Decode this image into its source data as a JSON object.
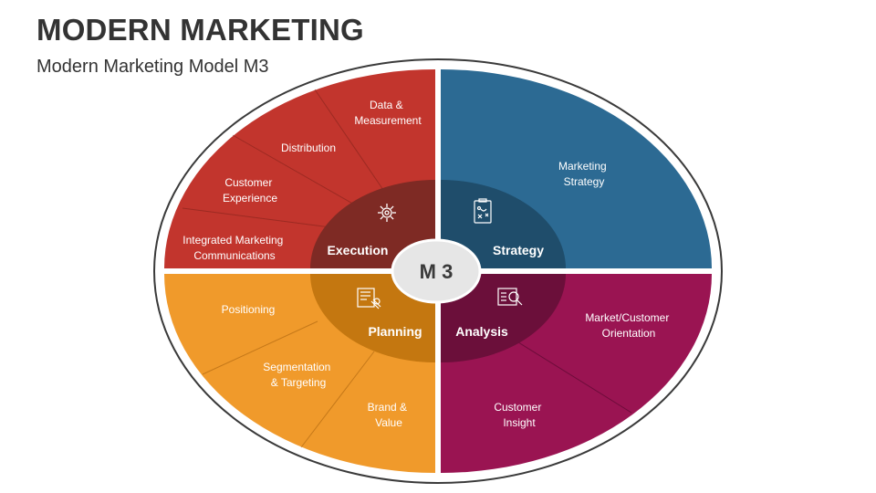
{
  "title": "MODERN MARKETING",
  "subtitle": "Modern Marketing Model M3",
  "center": "M 3",
  "colors": {
    "execution": "#C2352D",
    "strategy": "#2C6A93",
    "planning": "#F09A2B",
    "analysis": "#9A1452",
    "center": "#E6E6E6"
  },
  "quadrants": {
    "execution": {
      "label": "Execution",
      "icon": "gear-icon",
      "items": [
        [
          "Data &",
          "Measurement"
        ],
        [
          "Distribution"
        ],
        [
          "Customer",
          "Experience"
        ],
        [
          "Integrated Marketing",
          "Communications"
        ]
      ]
    },
    "strategy": {
      "label": "Strategy",
      "icon": "strategy-board-icon",
      "items": [
        [
          "Marketing",
          "Strategy"
        ]
      ]
    },
    "planning": {
      "label": "Planning",
      "icon": "planning-document-icon",
      "items": [
        [
          "Positioning"
        ],
        [
          "Segmentation",
          "& Targeting"
        ],
        [
          "Brand &",
          "Value"
        ]
      ]
    },
    "analysis": {
      "label": "Analysis",
      "icon": "analysis-magnifier-icon",
      "items": [
        [
          "Market/Customer",
          "Orientation"
        ],
        [
          "Customer",
          "Insight"
        ]
      ]
    }
  }
}
